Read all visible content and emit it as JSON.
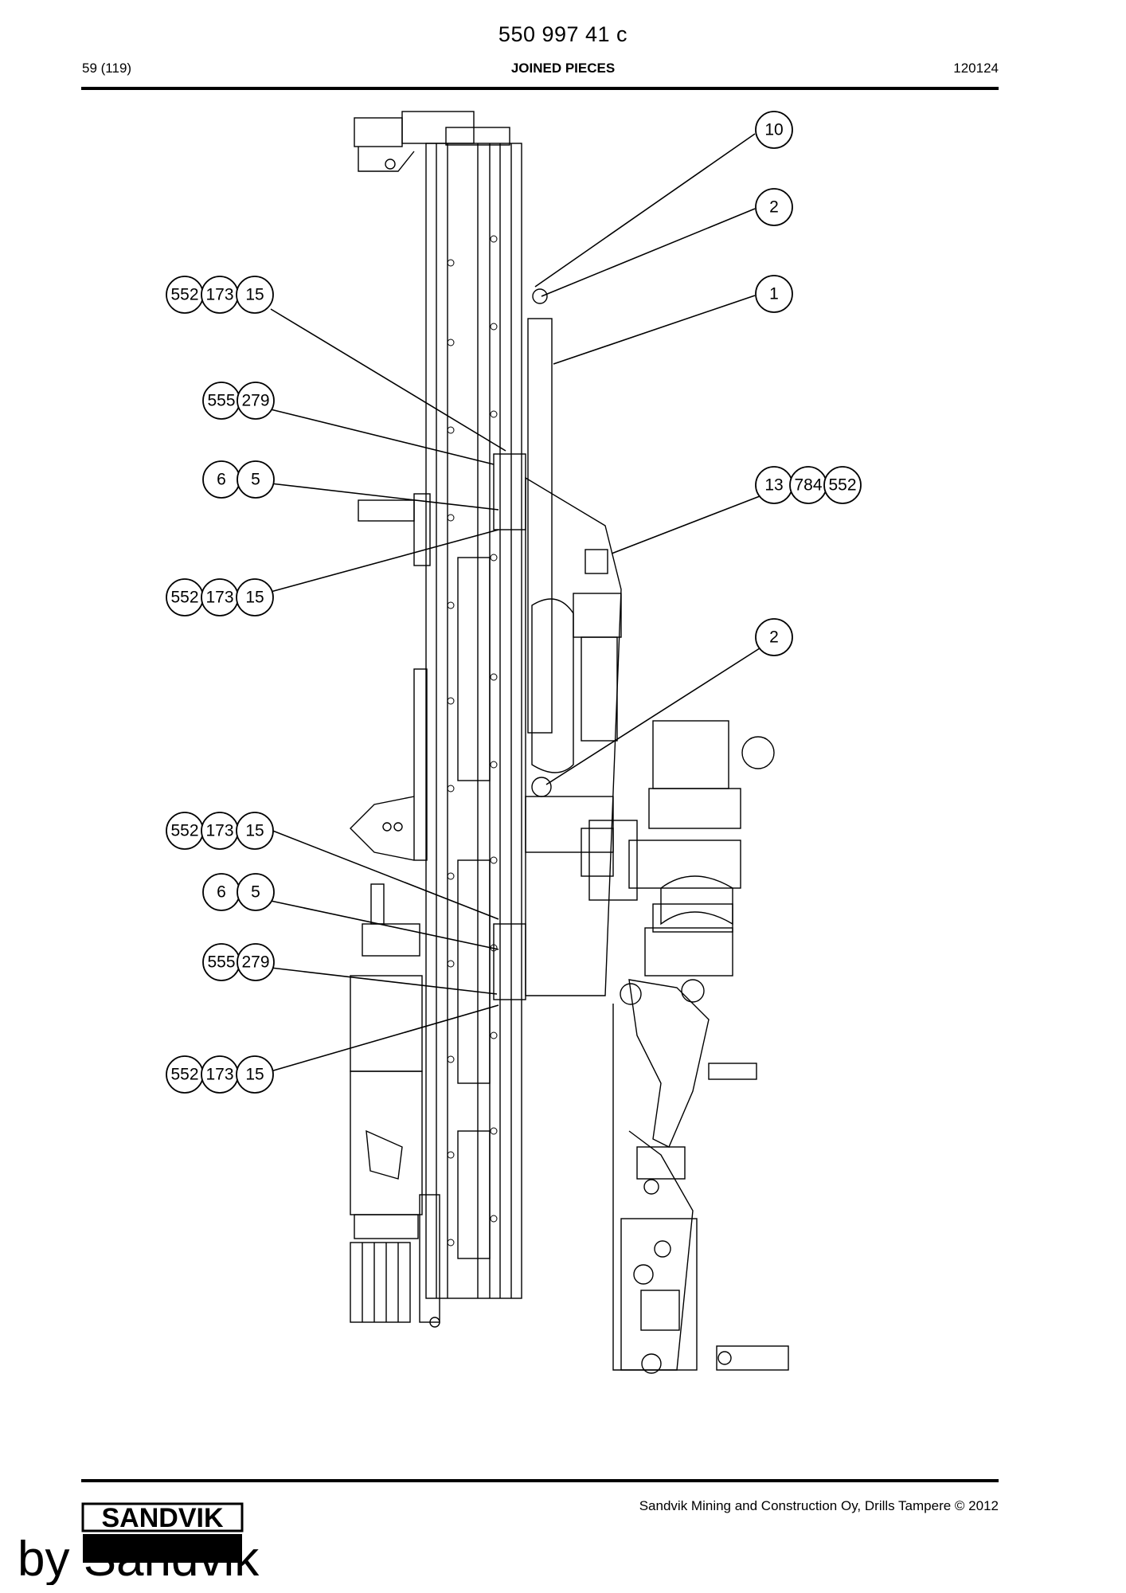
{
  "header": {
    "doc_number": "550 997 41 c",
    "page_count": "59 (119)",
    "section_title": "JOINED PIECES",
    "date_code": "120124"
  },
  "drawing": {
    "callouts": {
      "c10": "10",
      "c2a": "2",
      "c1": "1",
      "g1": [
        "552",
        "173",
        "15"
      ],
      "g2": [
        "555",
        "279"
      ],
      "g3": [
        "6",
        "5"
      ],
      "g4": [
        "13",
        "784",
        "552"
      ],
      "g5": [
        "552",
        "173",
        "15"
      ],
      "c2b": "2",
      "g6": [
        "552",
        "173",
        "15"
      ],
      "g7": [
        "6",
        "5"
      ],
      "g8": [
        "555",
        "279"
      ],
      "g9": [
        "552",
        "173",
        "15"
      ]
    }
  },
  "footer": {
    "copyright": "Sandvik Mining and Construction Oy, Drills Tampere © 2012",
    "watermark_logo": "SANDVIK",
    "watermark_text": "by Sandvik"
  },
  "colors": {
    "ink": "#000000",
    "paper": "#ffffff"
  }
}
